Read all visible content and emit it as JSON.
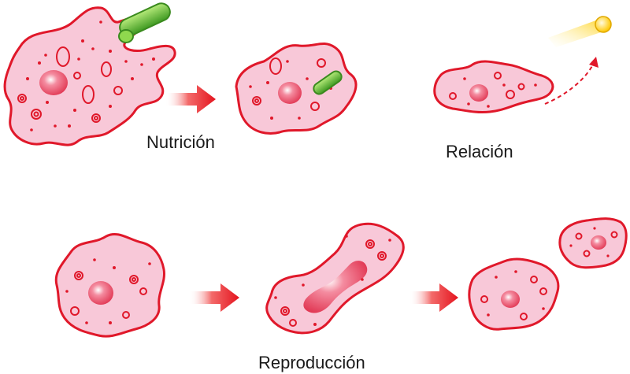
{
  "labels": {
    "nutricion": "Nutrición",
    "relacion": "Relación",
    "reproduccion": "Reproducción"
  },
  "colors": {
    "cell_fill": "#f8c8d8",
    "cell_stroke": "#e0182a",
    "nucleus": "#e8506a",
    "arrow": "#e4141e",
    "food": "#5ab832",
    "light": "#ffd21e"
  }
}
